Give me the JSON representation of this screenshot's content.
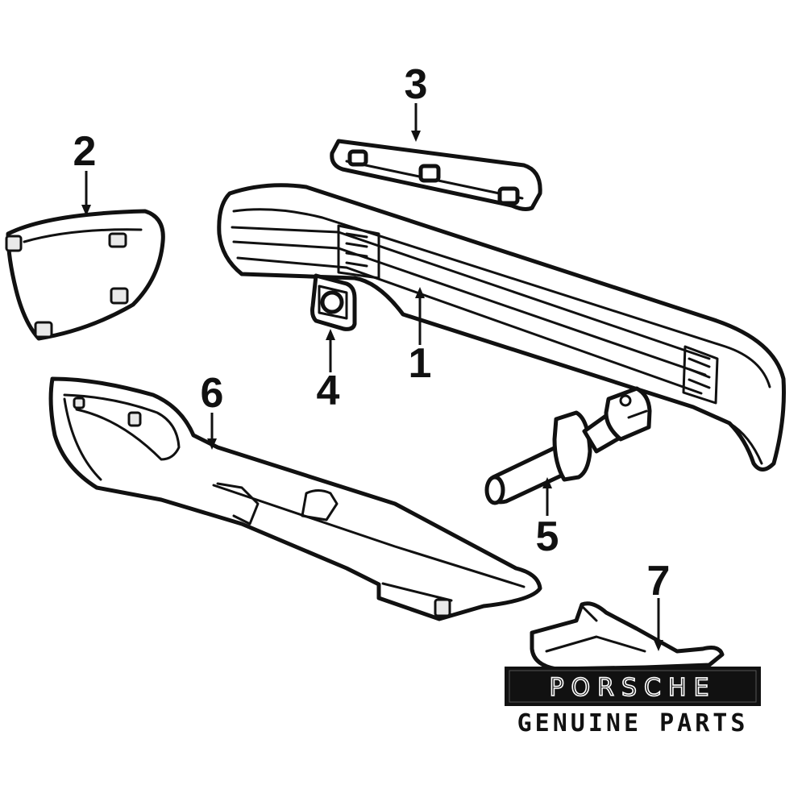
{
  "callouts": {
    "c1": "1",
    "c2": "2",
    "c3": "3",
    "c4": "4",
    "c5": "5",
    "c6": "6",
    "c7": "7"
  },
  "logo": {
    "brand": "PORSCHE",
    "tagline": "GENUINE PARTS"
  }
}
